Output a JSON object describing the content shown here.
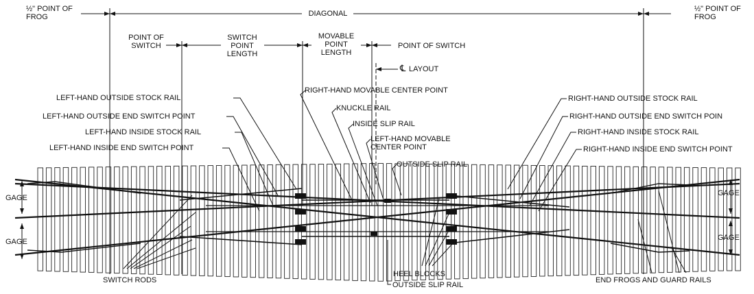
{
  "dimensions": {
    "half_point_frog_left": "½\" POINT OF FROG",
    "diagonal": "DIAGONAL",
    "half_point_frog_right": "½\" POINT OF FROG",
    "point_of_switch_left": "POINT OF SWITCH",
    "switch_point_length": "SWITCH POINT LENGTH",
    "movable_point_length": "MOVABLE POINT LENGTH",
    "point_of_switch_right": "POINT OF SWITCH",
    "cl_layout": "LAYOUT"
  },
  "callouts_left": {
    "lh_outside_stock_rail": "LEFT-HAND OUTSIDE STOCK RAIL",
    "lh_outside_end_switch_point": "LEFT-HAND OUTSIDE END SWITCH POINT",
    "lh_inside_stock_rail": "LEFT-HAND INSIDE STOCK RAIL",
    "lh_inside_end_switch_point": "LEFT-HAND INSIDE END SWITCH POINT"
  },
  "callouts_center": {
    "rh_movable_center_point": "RIGHT-HAND MOVABLE CENTER POINT",
    "knuckle_rail": "KNUCKLE RAIL",
    "inside_slip_rail": "INSIDE SLIP RAIL",
    "lh_movable_center_point": "LEFT-HAND MOVABLE CENTER POINT",
    "outside_slip_rail_top": "OUTSIDE SLIP RAIL"
  },
  "callouts_right": {
    "rh_outside_stock_rail": "RIGHT-HAND OUTSIDE STOCK RAIL",
    "rh_outside_end_switch_point": "RIGHT-HAND OUTSIDE END SWITCH POIN",
    "rh_inside_stock_rail": "RIGHT-HAND INSIDE STOCK RAIL",
    "rh_inside_end_switch_point": "RIGHT-HAND INSIDE END SWITCH POINT"
  },
  "gage": {
    "left_top": "GAGE",
    "left_bottom": "GAGE",
    "right_top": "GAGE",
    "right_bottom": "GAGE"
  },
  "bottom": {
    "switch_rods": "SWITCH RODS",
    "heel_blocks": "HEEL BLOCKS",
    "outside_slip_rail_bottom": "OUTSIDE SLIP RAIL",
    "end_frogs_guard_rails": "END FROGS AND GUARD RAILS"
  }
}
